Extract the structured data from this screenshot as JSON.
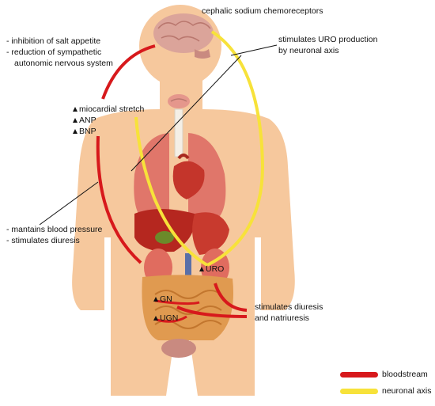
{
  "labels": {
    "top": "cephalic sodium chemoreceptors",
    "left_top_1": "- inhibition of salt appetite",
    "left_top_2": "- reduction of sympathetic",
    "left_top_3": "autonomic nervous system",
    "right_top_1": "stimulates URO production",
    "right_top_2": "by neuronal axis",
    "heart_1": "miocardial stretch",
    "heart_2": "ANP",
    "heart_3": "BNP",
    "left_mid_1": "- mantains blood pressure",
    "left_mid_2": "- stimulates diuresis",
    "uro": "URO",
    "gn": "GN",
    "ugn": "UGN",
    "right_bottom_1": "stimulates diuresis",
    "right_bottom_2": "and natriuresis"
  },
  "legend": [
    {
      "label": "bloodstream",
      "color": "#d7191c"
    },
    {
      "label": "neuronal axis",
      "color": "#f7e23a"
    }
  ],
  "colors": {
    "skin": "#f6c89d",
    "brain": "#dba49a",
    "organs_dark": "#b5271f",
    "organs_light": "#e06c5f",
    "intestine": "#e09a50",
    "bloodstream": "#d7191c",
    "neuronal_axis": "#f7e23a"
  }
}
